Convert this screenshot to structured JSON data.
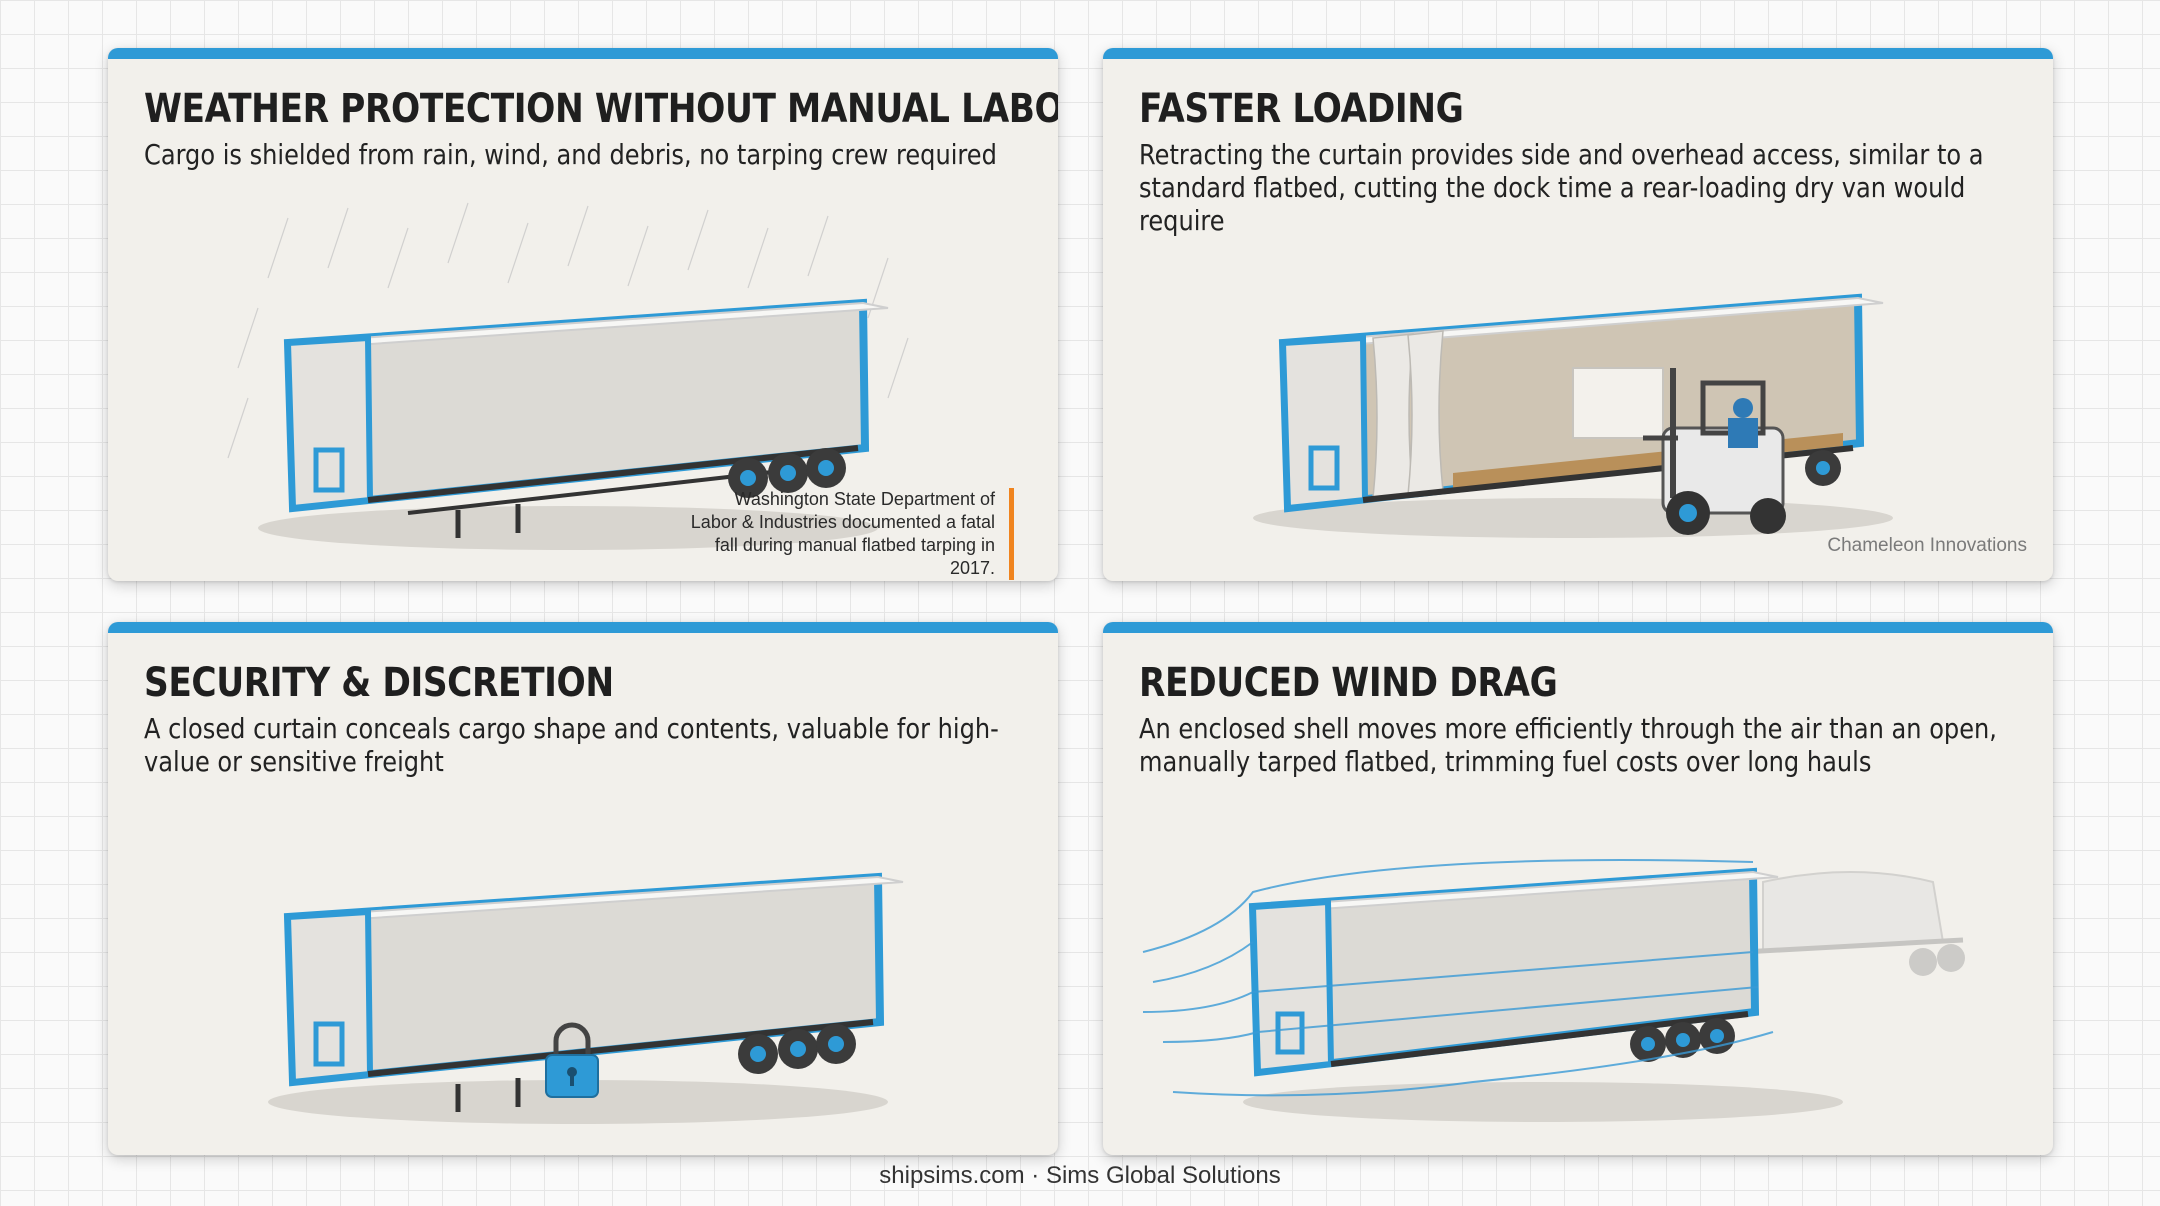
{
  "cards": [
    {
      "title": "WEATHER PROTECTION WITHOUT MANUAL LABOR",
      "description": "Cargo is shielded from rain, wind, and debris, no tarping crew required",
      "note": "Washington State Department of Labor & Industries documented a fatal fall during manual flatbed tarping in 2017."
    },
    {
      "title": "FASTER LOADING",
      "description": "Retracting the curtain provides side and overhead access, similar to a standard flatbed, cutting the dock time a rear-loading dry van would require",
      "watermark": "Chameleon Innovations"
    },
    {
      "title": "SECURITY & DISCRETION",
      "description": "A closed curtain conceals cargo shape and contents, valuable for high-value or sensitive freight"
    },
    {
      "title": "REDUCED WIND DRAG",
      "description": "An enclosed shell moves more efficiently through the air than an open, manually tarped flatbed, trimming fuel costs over long hauls"
    }
  ],
  "footer": "shipsims.com · Sims Global Solutions",
  "colors": {
    "accent_blue": "#2e9ad6",
    "note_orange": "#f0841e",
    "card_bg": "#f2f0eb"
  },
  "icons": [
    "rain-icon",
    "forklift-icon",
    "padlock-icon",
    "wind-flow-icon",
    "trailer-icon"
  ]
}
